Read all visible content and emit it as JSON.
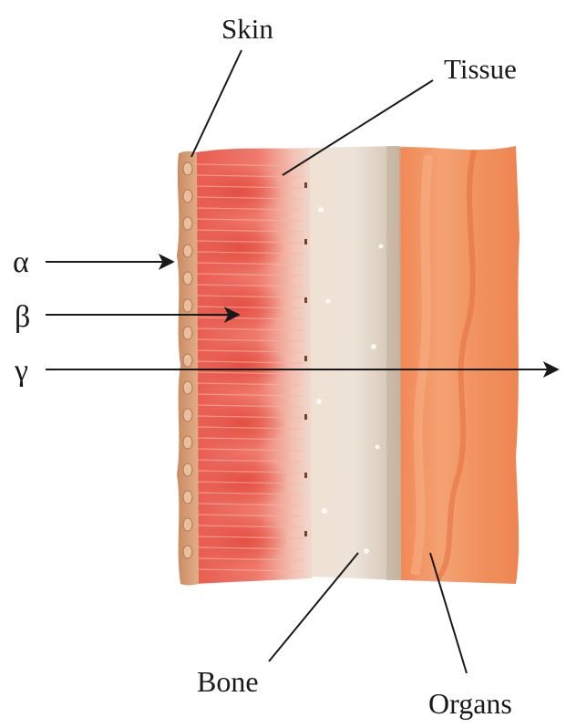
{
  "labels": {
    "skin": "Skin",
    "tissue": "Tissue",
    "bone": "Bone",
    "organs": "Organs"
  },
  "radiation": {
    "alpha": "α",
    "beta": "β",
    "gamma": "γ"
  },
  "colors": {
    "skin": "#d9a27e",
    "tissue": "#e7645a",
    "bone": "#e6d9c9",
    "organs": "#f0915e",
    "lines": "#1a1a1a"
  }
}
